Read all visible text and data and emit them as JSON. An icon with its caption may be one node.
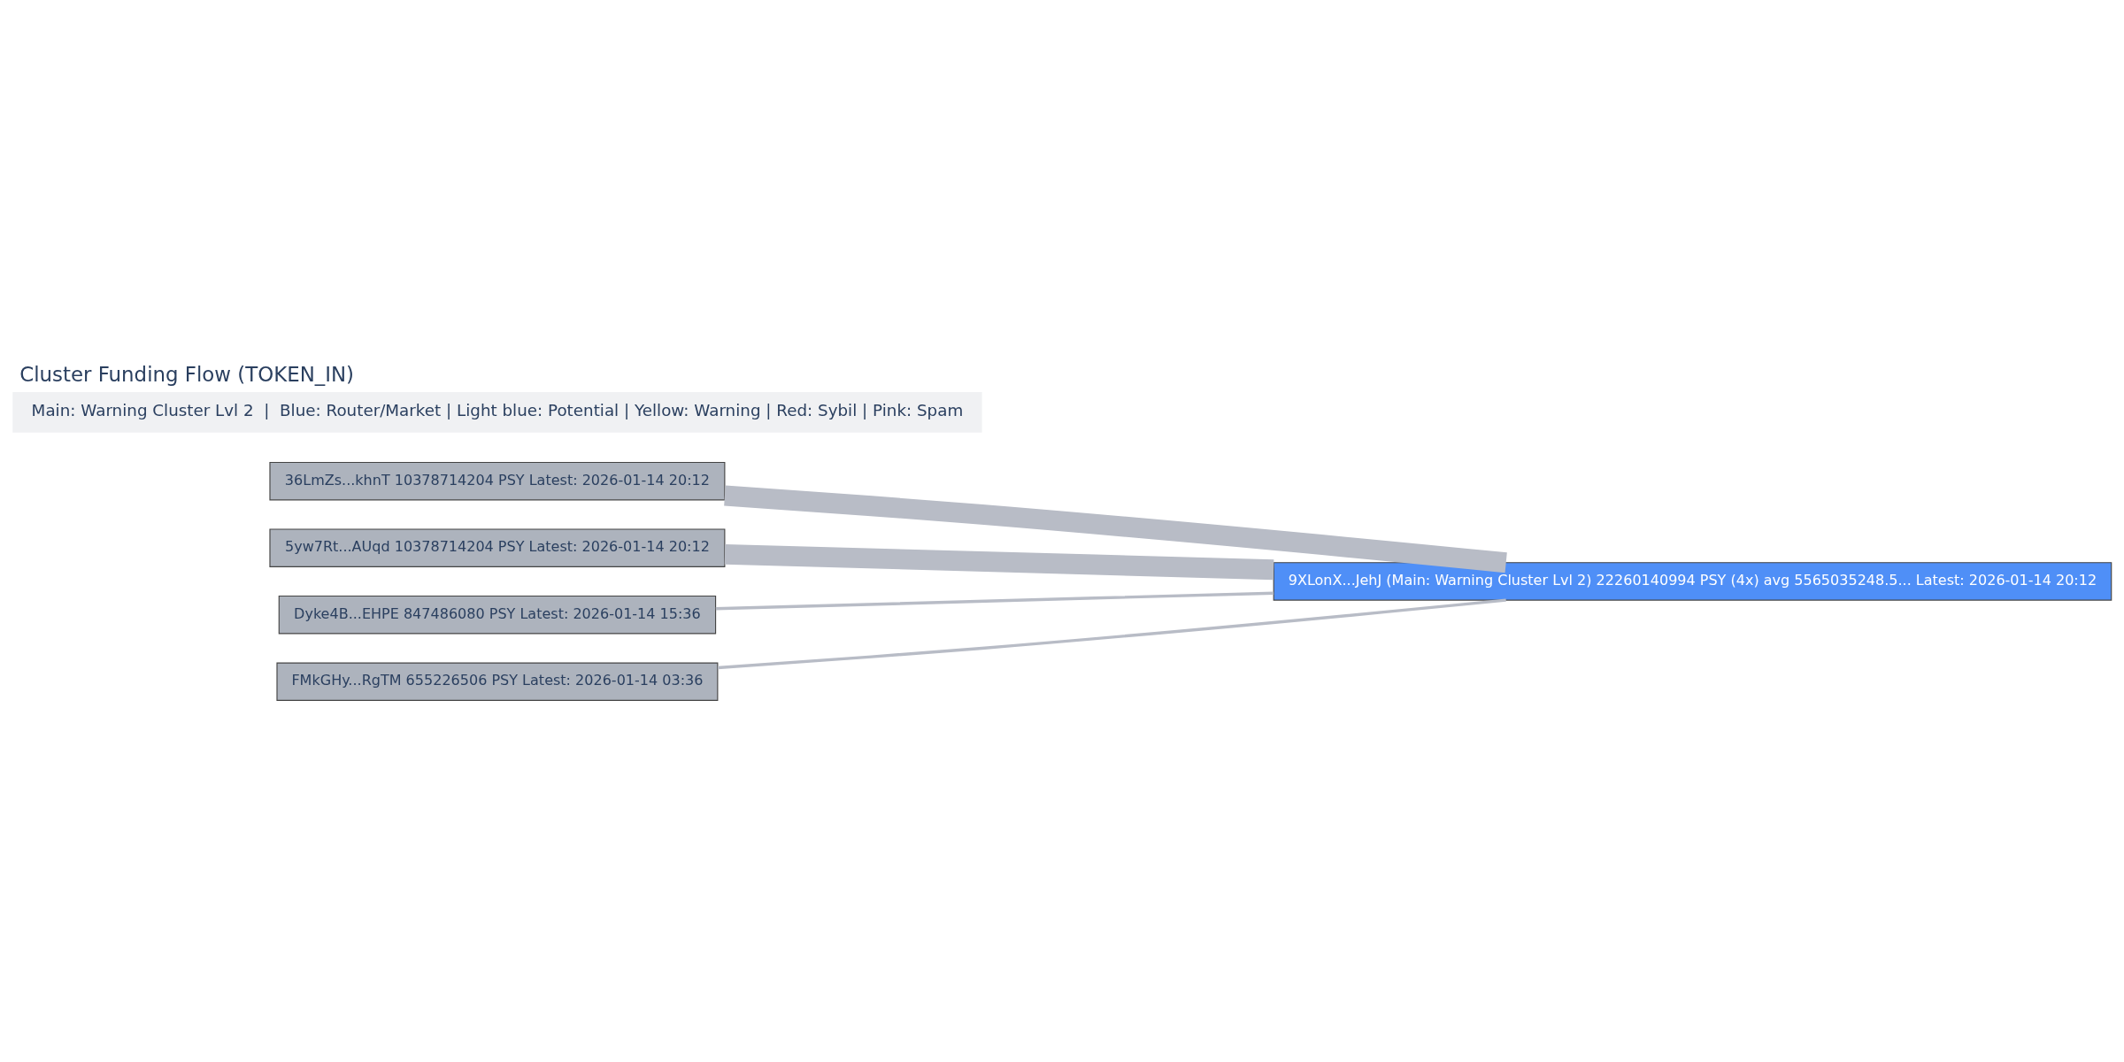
{
  "diagram": {
    "title": "Cluster Funding Flow (TOKEN_IN)",
    "nodes": [
      {
        "text": [
          "36LmZs...khnT 10378714204 PSY Latest: 2026-01-14 20:12"
        ]
      },
      {
        "text": [
          "5yw7Rt...AUqd 10378714204 PSY Latest: 2026-01-14 20:12"
        ]
      },
      {
        "text": [
          "Dyke4B...EHPE 847486080 PSY Latest: 2026-01-14 15:36"
        ]
      },
      {
        "text": [
          "FMkGHy...RgTM 655226506 PSY Latest: 2026-01-14 03:36"
        ]
      },
      {
        "text": [
          "9XLonX...JehJ (Main: Warning Cluster Lvl 2) 22260140994 PSY (4x) avg 5565035248.5... Latest: 2026-01-14 20:12"
        ]
      }
    ],
    "edges": [
      {
        "from": 0,
        "to": 4,
        "arrow": "none",
        "style": "thick"
      },
      {
        "from": 1,
        "to": 4,
        "arrow": "none",
        "style": "thick"
      },
      {
        "from": 2,
        "to": 4,
        "arrow": "none"
      },
      {
        "from": 3,
        "to": 4,
        "arrow": "none"
      }
    ],
    "labels": [
      "Main: Warning Cluster Lvl 2  |  Blue: Router/Market | Light blue: Potential | Yellow: Warning | Red: Sybil | Pink: Spam"
    ]
  }
}
